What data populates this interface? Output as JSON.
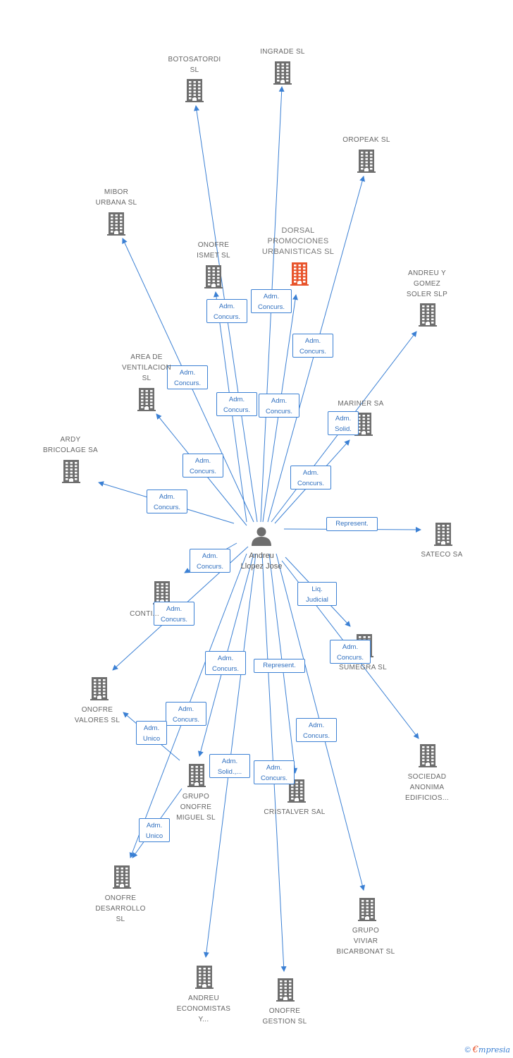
{
  "colors": {
    "edge": "#3b80d4",
    "building": "#6e6e6e",
    "highlight": "#e8552d",
    "person": "#6e6e6e"
  },
  "center": {
    "label": "Andreu\nLlopez Jose",
    "icon": "person-icon"
  },
  "companies": [
    {
      "id": "botosatordi",
      "label": "BOTOSATORDI\nSL"
    },
    {
      "id": "ingrade",
      "label": "INGRADE SL"
    },
    {
      "id": "oropeak",
      "label": "OROPEAK SL"
    },
    {
      "id": "mibor",
      "label": "MIBOR\nURBANA SL"
    },
    {
      "id": "onofre-ismet",
      "label": "ONOFRE\nISMET SL"
    },
    {
      "id": "dorsal",
      "label": "DORSAL\nPROMOCIONES\nURBANISTICAS SL",
      "highlight": true
    },
    {
      "id": "andreu-gomez",
      "label": "ANDREU Y\nGOMEZ\nSOLER SLP"
    },
    {
      "id": "area",
      "label": "AREA DE\nVENTILACION\nSL"
    },
    {
      "id": "mariner",
      "label": "MARINER SA"
    },
    {
      "id": "ardy",
      "label": "ARDY\nBRICOLAGE SA"
    },
    {
      "id": "sateco",
      "label": "SATECO SA"
    },
    {
      "id": "conti",
      "label": "CONTI..."
    },
    {
      "id": "sumegra",
      "label": "SUMEGRA SL"
    },
    {
      "id": "onofre-valores",
      "label": "ONOFRE\nVALORES SL"
    },
    {
      "id": "sociedad",
      "label": "SOCIEDAD\nANONIMA\nEDIFICIOS..."
    },
    {
      "id": "grupo-onofre",
      "label": "GRUPO\nONOFRE\nMIGUEL SL"
    },
    {
      "id": "cristalver",
      "label": "CRISTALVER SAL"
    },
    {
      "id": "onofre-desarrollo",
      "label": "ONOFRE\nDESARROLLO\nSL"
    },
    {
      "id": "grupo-viviar",
      "label": "GRUPO\nVIVIAR\nBICARBONAT SL"
    },
    {
      "id": "andreu-economistas",
      "label": "ANDREU\nECONOMISTAS\nY..."
    },
    {
      "id": "onofre-gestion",
      "label": "ONOFRE\nGESTION SL"
    }
  ],
  "relations": [
    {
      "id": "r-onofre-ismet",
      "label": "Adm.\nConcurs."
    },
    {
      "id": "r-dorsal",
      "label": "Adm.\nConcurs."
    },
    {
      "id": "r-oropeak",
      "label": "Adm.\nConcurs."
    },
    {
      "id": "r-mibor",
      "label": "Adm.\nConcurs."
    },
    {
      "id": "r-botosatordi",
      "label": "Adm.\nConcurs."
    },
    {
      "id": "r-ingrade",
      "label": "Adm.\nConcurs."
    },
    {
      "id": "r-andreu-gomez",
      "label": "Adm.\nSolid."
    },
    {
      "id": "r-area",
      "label": "Adm.\nConcurs."
    },
    {
      "id": "r-mariner",
      "label": "Adm.\nConcurs."
    },
    {
      "id": "r-ardy",
      "label": "Adm.\nConcurs."
    },
    {
      "id": "r-sateco",
      "label": "Represent."
    },
    {
      "id": "r-conti",
      "label": "Adm.\nConcurs."
    },
    {
      "id": "r-onofre-valores",
      "label": "Adm.\nConcurs."
    },
    {
      "id": "r-sumegra",
      "label": "Liq.\nJudicial"
    },
    {
      "id": "r-sociedad",
      "label": "Adm.\nConcurs."
    },
    {
      "id": "r-grupo-onofre",
      "label": "Adm.\nConcurs."
    },
    {
      "id": "r-cristalver",
      "label": "Represent."
    },
    {
      "id": "r-onofre-desarrollo",
      "label": "Adm.\nConcurs."
    },
    {
      "id": "r-valores-unico",
      "label": "Adm.\nUnico"
    },
    {
      "id": "r-grupo-viviar",
      "label": "Adm.\nConcurs."
    },
    {
      "id": "r-andreu-economistas",
      "label": "Adm.\nSolid.,..."
    },
    {
      "id": "r-onofre-gestion",
      "label": "Adm.\nConcurs."
    },
    {
      "id": "r-desarrollo-unico",
      "label": "Adm.\nUnico"
    }
  ],
  "footer": {
    "copyright": "©",
    "brand_initial": "€",
    "brand_rest": "mpresia"
  }
}
